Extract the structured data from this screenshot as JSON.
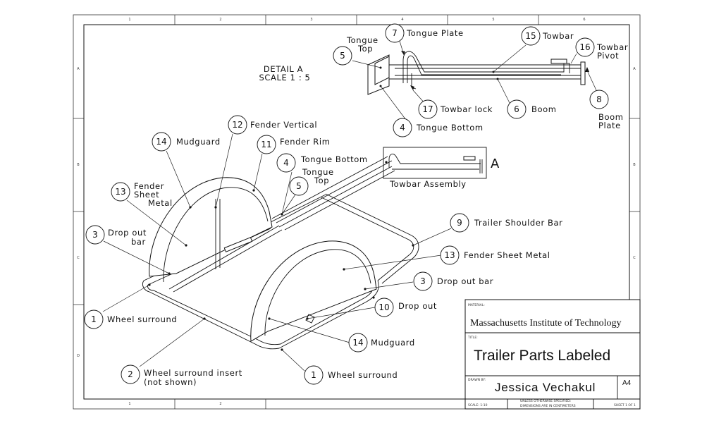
{
  "detail": {
    "title": "DETAIL A",
    "scale": "SCALE 1 : 5",
    "view_letter": "A",
    "inset_caption": "Towbar Assembly"
  },
  "callouts": [
    {
      "id": "c5-detail",
      "num": "5",
      "label": [
        "Tongue",
        "Top"
      ]
    },
    {
      "id": "c7-detail",
      "num": "7",
      "label": [
        "Tongue Plate"
      ]
    },
    {
      "id": "c15-detail",
      "num": "15",
      "label": [
        "Towbar"
      ]
    },
    {
      "id": "c16-detail",
      "num": "16",
      "label": [
        "Towbar",
        "Pivot"
      ]
    },
    {
      "id": "c17-detail",
      "num": "17",
      "label": [
        "Towbar lock"
      ]
    },
    {
      "id": "c6-detail",
      "num": "6",
      "label": [
        "Boom"
      ]
    },
    {
      "id": "c8-detail",
      "num": "8",
      "label": [
        "Boom",
        "Plate"
      ]
    },
    {
      "id": "c4-detail",
      "num": "4",
      "label": [
        "Tongue Bottom"
      ]
    },
    {
      "id": "c14-left",
      "num": "14",
      "label": [
        "Mudguard"
      ]
    },
    {
      "id": "c12",
      "num": "12",
      "label": [
        "Fender Vertical"
      ]
    },
    {
      "id": "c11",
      "num": "11",
      "label": [
        "Fender Rim"
      ]
    },
    {
      "id": "c4-main",
      "num": "4",
      "label": [
        "Tongue Bottom"
      ]
    },
    {
      "id": "c5-main",
      "num": "5",
      "label": [
        "Tongue",
        "Top"
      ]
    },
    {
      "id": "c13-left",
      "num": "13",
      "label": [
        "Fender",
        "Sheet",
        "Metal"
      ]
    },
    {
      "id": "c3-left",
      "num": "3",
      "label": [
        "Drop out",
        "bar"
      ]
    },
    {
      "id": "c9",
      "num": "9",
      "label": [
        "Trailer Shoulder Bar"
      ]
    },
    {
      "id": "c13-right",
      "num": "13",
      "label": [
        "Fender Sheet  Metal"
      ]
    },
    {
      "id": "c3-right",
      "num": "3",
      "label": [
        "Drop out bar"
      ]
    },
    {
      "id": "c10",
      "num": "10",
      "label": [
        "Drop out"
      ]
    },
    {
      "id": "c1-left",
      "num": "1",
      "label": [
        "Wheel surround"
      ]
    },
    {
      "id": "c14-right",
      "num": "14",
      "label": [
        "Mudguard"
      ]
    },
    {
      "id": "c2",
      "num": "2",
      "label": [
        "Wheel surround insert",
        "(not shown)"
      ]
    },
    {
      "id": "c1-right",
      "num": "1",
      "label": [
        "Wheel surround"
      ]
    }
  ],
  "title_block": {
    "material_label": "MATERIAL:",
    "organization": "Massachusetts Institute of Technology",
    "title_label": "TITLE:",
    "title": "Trailer Parts Labeled",
    "drawn_by_label": "DRAWN BY:",
    "drawn_by": "Jessica Vechakul",
    "size": "A4",
    "note": [
      "UNLESS OTHERWISE SPECIFIED:",
      "DIMENSIONS ARE IN CENTIMETERS"
    ],
    "scale": "SCALE: 1:10",
    "sheet": "SHEET 1 OF 1"
  },
  "border": {
    "col_marks": [
      "1",
      "2",
      "3",
      "4",
      "5",
      "6"
    ],
    "row_marks": [
      "A",
      "B",
      "C",
      "D"
    ]
  }
}
